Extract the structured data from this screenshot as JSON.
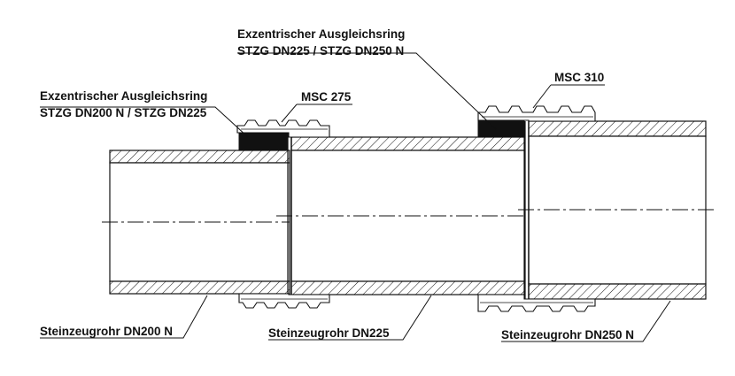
{
  "labels": {
    "ring_small_line1": "Exzentrischer Ausgleichsring",
    "ring_small_line2": "STZG DN200 N / STZG DN225",
    "ring_large_line1": "Exzentrischer Ausgleichsring",
    "ring_large_line2": "STZG DN225 / STZG DN250 N",
    "msc_small": "MSC 275",
    "msc_large": "MSC 310",
    "pipe_small": "Steinzeugrohr DN200 N",
    "pipe_mid": "Steinzeugrohr DN225",
    "pipe_large": "Steinzeugrohr DN250 N"
  },
  "colors": {
    "line": "#111111",
    "background": "#ffffff"
  }
}
